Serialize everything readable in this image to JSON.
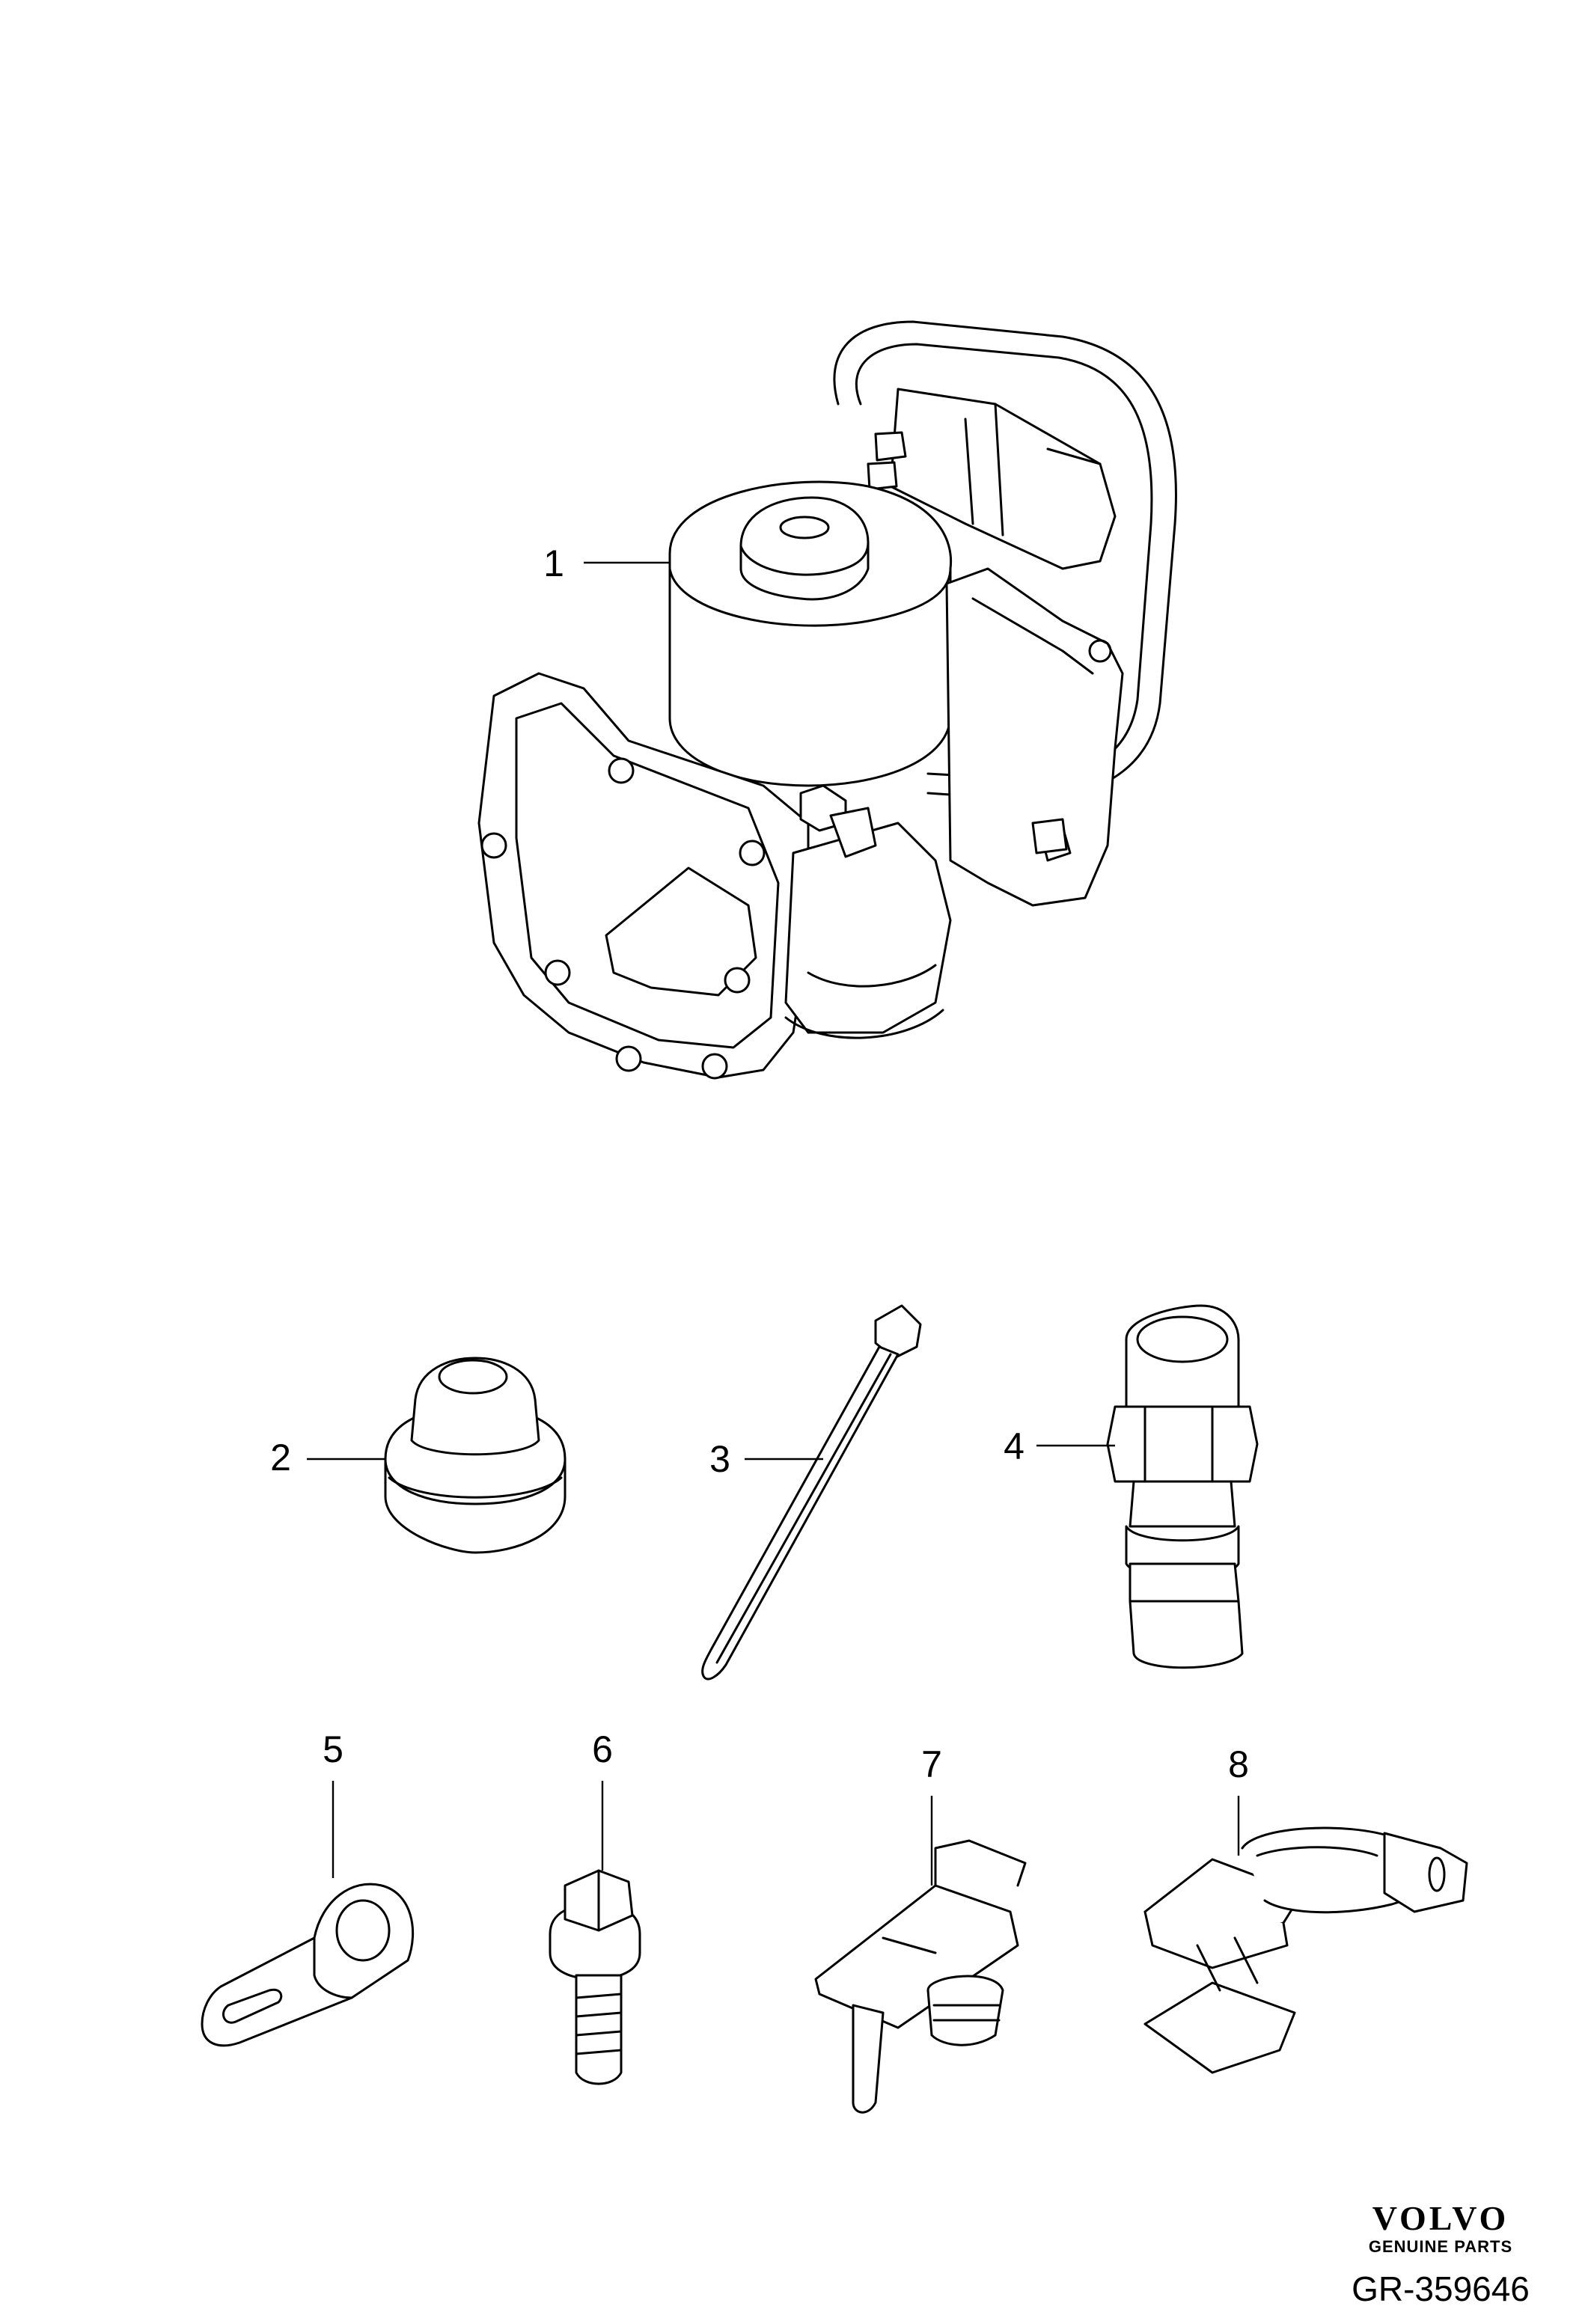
{
  "diagram": {
    "callouts": [
      {
        "id": "c1",
        "label": "1"
      },
      {
        "id": "c2",
        "label": "2"
      },
      {
        "id": "c3",
        "label": "3"
      },
      {
        "id": "c4",
        "label": "4"
      },
      {
        "id": "c5",
        "label": "5"
      },
      {
        "id": "c6",
        "label": "6"
      },
      {
        "id": "c7",
        "label": "7"
      },
      {
        "id": "c8",
        "label": "8"
      }
    ]
  },
  "branding": {
    "logo_text": "VOLVO",
    "logo_subtitle": "GENUINE PARTS"
  },
  "drawing_number": "GR-359646"
}
